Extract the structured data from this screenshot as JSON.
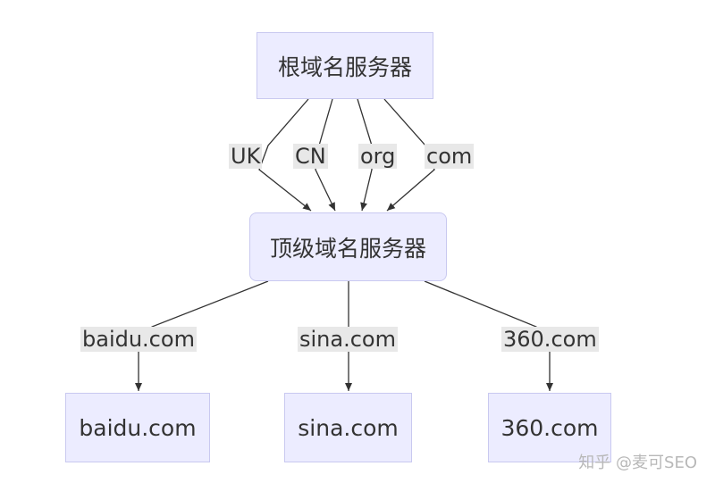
{
  "nodes": {
    "root": "根域名服务器",
    "tld": "顶级域名服务器",
    "leaves": [
      "baidu.com",
      "sina.com",
      "360.com"
    ]
  },
  "edge_labels": {
    "root_to_tld": [
      "UK",
      "CN",
      "org",
      "com"
    ],
    "tld_to_leaf": [
      "baidu.com",
      "sina.com",
      "360.com"
    ]
  },
  "watermark": "知乎 @麦可SEO",
  "colors": {
    "node_fill": "#ececff",
    "node_border": "#c9c9f0",
    "edge": "#333333",
    "label_bg": "#e8e8e8"
  }
}
